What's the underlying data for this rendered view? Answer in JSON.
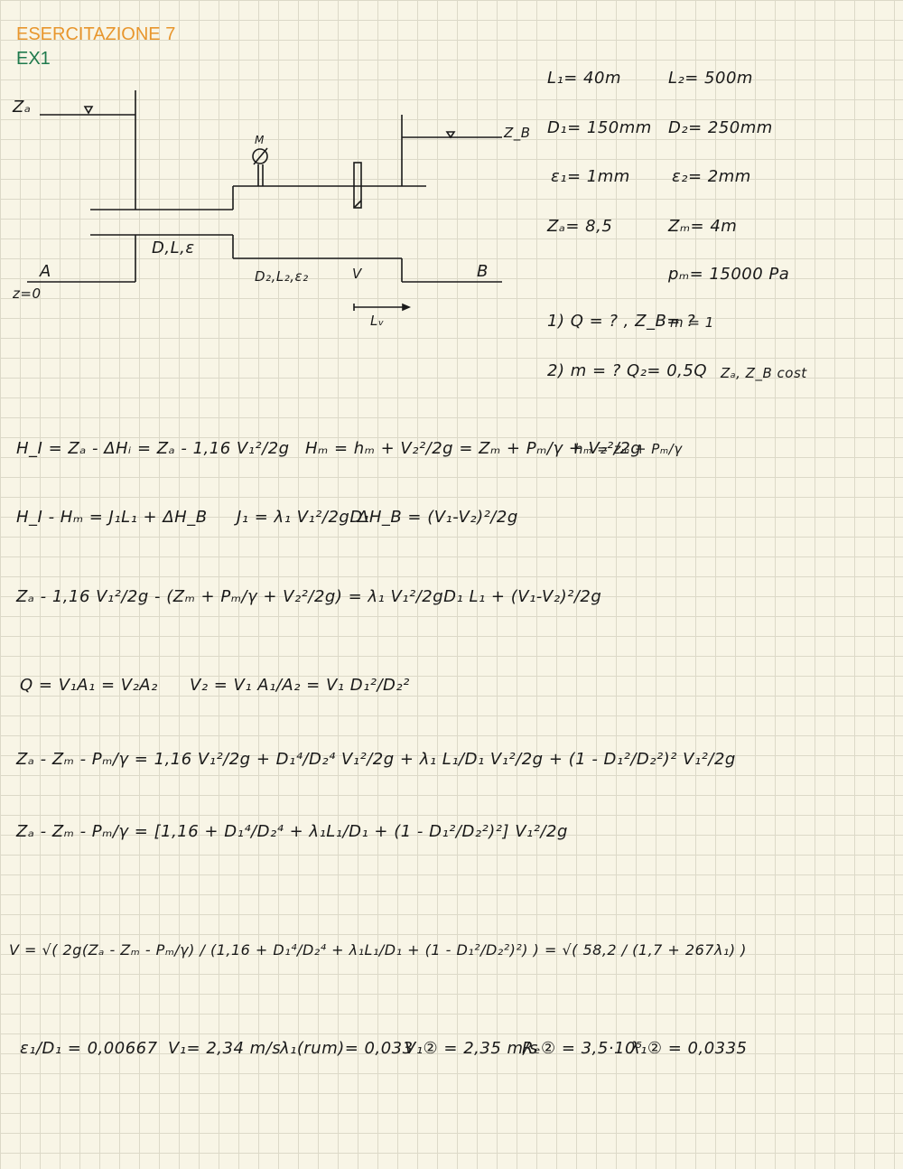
{
  "heading": {
    "title": "ESERCITAZIONE 7",
    "subtitle": "EX1",
    "title_color": "#e8962d",
    "subtitle_color": "#1f7a4d"
  },
  "diagram": {
    "za": "Zₐ",
    "zb": "Z_B",
    "z0": "z=0",
    "point_a": "A",
    "point_b": "B",
    "manometer": "M",
    "pipe1": "D,L,ε",
    "pipe2": "D₂,L₂,ε₂",
    "valve": "V",
    "valve_length": "Lᵥ"
  },
  "givens": {
    "l1": "L₁= 40m",
    "l2": "L₂= 500m",
    "d1": "D₁= 150mm",
    "d2": "D₂= 250mm",
    "e1": "ε₁= 1mm",
    "e2": "ε₂= 2mm",
    "za": "Zₐ= 8,5",
    "zm": "Zₘ= 4m",
    "pm": "pₘ= 15000 Pa"
  },
  "questions": {
    "q1": "1) Q = ? , Z_B= ?",
    "q1_note": "m = 1",
    "q2": "2) m = ?  Q₂= 0,5Q",
    "q2_note": "Zₐ, Z_B cost"
  },
  "equations": {
    "e1": "H_I = Zₐ - ΔHᵢ = Zₐ - 1,16 V₁²/2g",
    "e2": "Hₘ = hₘ + V₂²/2g = Zₘ + Pₘ/γ + V₂²/2g",
    "e3": "hₘ = zₘ + Pₘ/γ",
    "e4": "H_I - Hₘ = J₁L₁ + ΔH_B",
    "e5": "J₁ = λ₁ V₁²/2gD₁",
    "e6": "ΔH_B = (V₁-V₂)²/2g",
    "e7": "Zₐ - 1,16 V₁²/2g - (Zₘ + Pₘ/γ + V₂²/2g) = λ₁ V₁²/2gD₁ L₁ + (V₁-V₂)²/2g",
    "e8": "Q = V₁A₁ = V₂A₂",
    "e9": "V₂ = V₁ A₁/A₂ = V₁ D₁²/D₂²",
    "e10": "Zₐ - Zₘ - Pₘ/γ = 1,16 V₁²/2g + D₁⁴/D₂⁴ V₁²/2g + λ₁ L₁/D₁ V₁²/2g + (1 - D₁²/D₂²)² V₁²/2g",
    "e11": "Zₐ - Zₘ - Pₘ/γ = [1,16 + D₁⁴/D₂⁴ + λ₁L₁/D₁ + (1 - D₁²/D₂²)²] V₁²/2g",
    "e12": "V = √( 2g(Zₐ - Zₘ - Pₘ/γ) / (1,16 + D₁⁴/D₂⁴ + λ₁L₁/D₁ + (1 - D₁²/D₂²)²) ) = √( 58,2 / (1,7 + 267λ₁) )"
  },
  "results": {
    "r1": "ε₁/D₁ = 0,00667",
    "r2": "V₁= 2,34 m/s",
    "r3": "λ₁(rum)= 0,033",
    "r4": "V₁② = 2,35 m/s",
    "r5": "Rₑ② = 3,5·10⁵",
    "r6": "λ₁② = 0,0335"
  }
}
